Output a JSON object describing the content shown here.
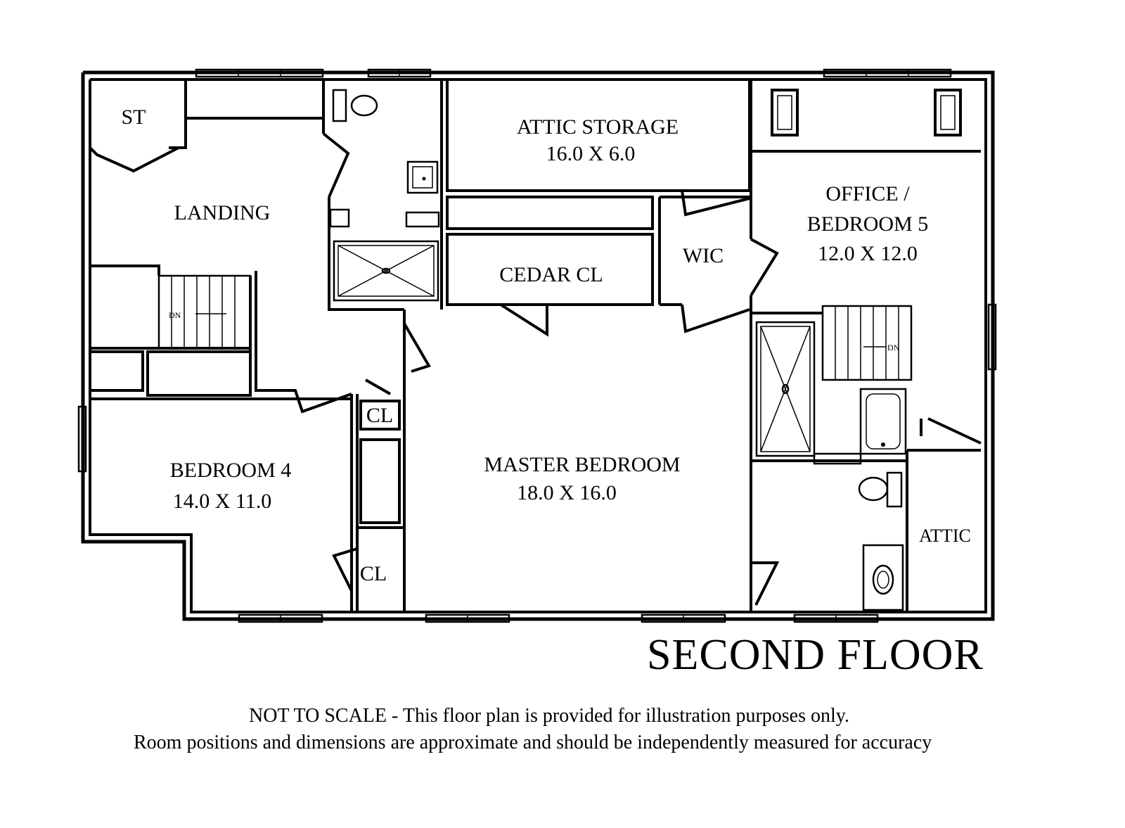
{
  "plan": {
    "title": "SECOND FLOOR",
    "disclaimer_line1": "NOT TO SCALE - This floor plan is provided for illustration purposes only.",
    "disclaimer_line2": "Room positions and dimensions are approximate and should be independently measured for accuracy",
    "rooms": {
      "st": {
        "name": "ST"
      },
      "landing": {
        "name": "LANDING"
      },
      "attic_storage": {
        "name": "ATTIC STORAGE",
        "dims": "16.0 X 6.0"
      },
      "cedar_cl": {
        "name": "CEDAR CL"
      },
      "wic": {
        "name": "WIC"
      },
      "office": {
        "name_line1": "OFFICE /",
        "name_line2": "BEDROOM 5",
        "dims": "12.0 X 12.0"
      },
      "bedroom4": {
        "name": "BEDROOM 4",
        "dims": "14.0 X 11.0"
      },
      "master": {
        "name": "MASTER BEDROOM",
        "dims": "18.0 X 16.0"
      },
      "cl_upper": {
        "name": "CL"
      },
      "cl_lower": {
        "name": "CL"
      },
      "attic": {
        "name": "ATTIC"
      }
    },
    "stairs": {
      "left_label": "DN",
      "right_label": "DN"
    }
  }
}
